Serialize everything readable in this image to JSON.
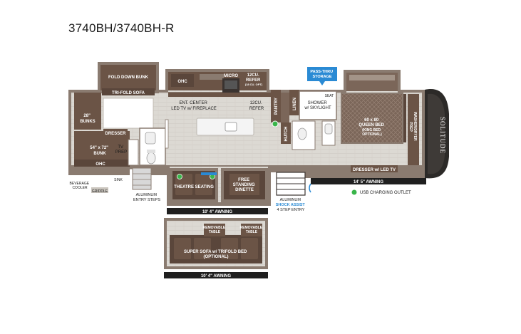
{
  "model": "3740BH/3740BH-R",
  "rooms": {
    "fold_down_bunk": "FOLD DOWN BUNK",
    "tri_fold_sofa": "TRI-FOLD SOFA",
    "bunks_28": [
      "28\"",
      "BUNKS"
    ],
    "dresser": "DRESSER",
    "bunk_54x72": [
      "54\" x 72\"",
      "BUNK"
    ],
    "tv_prep": [
      "TV",
      "PREP"
    ],
    "ohc_bunk": "OHC",
    "ohc_kitchen": "OHC",
    "micro": "MICRO",
    "refer_12_slide": [
      "12CU.",
      "REFER",
      "(18 CU. OPT)"
    ],
    "ent_center": [
      "ENT. CENTER",
      "LED TV w/ FIREPLACE"
    ],
    "refer_12": [
      "12CU.",
      "REFER"
    ],
    "pantry": "PANTRY",
    "linen": "LINEN",
    "hutch": "HUTCH",
    "seat": "SEAT",
    "shower": [
      "SHOWER",
      "w/ SKYLIGHT"
    ],
    "queen_bed": [
      "60 x 80",
      "QUEEN BED",
      "(KING BED",
      "OPTIONAL)"
    ],
    "washer_dryer": [
      "WASHER/DRYER",
      "PREP"
    ],
    "dresser_led": "DRESSER w/ LED TV",
    "theatre_seating": "THEATRE SEATING",
    "dinette": [
      "FREE",
      "STANDING",
      "DINETTE"
    ],
    "super_sofa": [
      "SUPER SOFA w/ TRIFOLD BED",
      "(OPTIONAL)"
    ],
    "removable_table_1": [
      "REMOVABLE",
      "TABLE"
    ],
    "removable_table_2": [
      "REMOVABLE",
      "TABLE"
    ],
    "logo": "SOLITUDE"
  },
  "callouts": {
    "pass_thru": [
      "PASS-THRU",
      "STORAGE"
    ],
    "beverage_cooler": [
      "BEVERAGE",
      "COOLER"
    ],
    "griddle": "GRIDDLE",
    "sink": "SINK",
    "entry_steps": [
      "ALUMINUM",
      "ENTRY STEPS"
    ],
    "step_entry": [
      "ALUMINUM",
      "SHOCK ASSIST",
      "4 STEP ENTRY"
    ],
    "usb": "USB CHARGING OUTLET"
  },
  "awnings": {
    "awning_main": "10' 4\" AWNING",
    "awning_front": "14' 5\" AWNING",
    "awning_optional": "10' 4\" AWNING"
  },
  "colors": {
    "wall": "#8a7b70",
    "cabinet": "#6b5446",
    "floor": "#d9d6d1",
    "sofa": "#5a463b",
    "accent_blue": "#2a8ad4",
    "usb_green": "#39b54a"
  }
}
